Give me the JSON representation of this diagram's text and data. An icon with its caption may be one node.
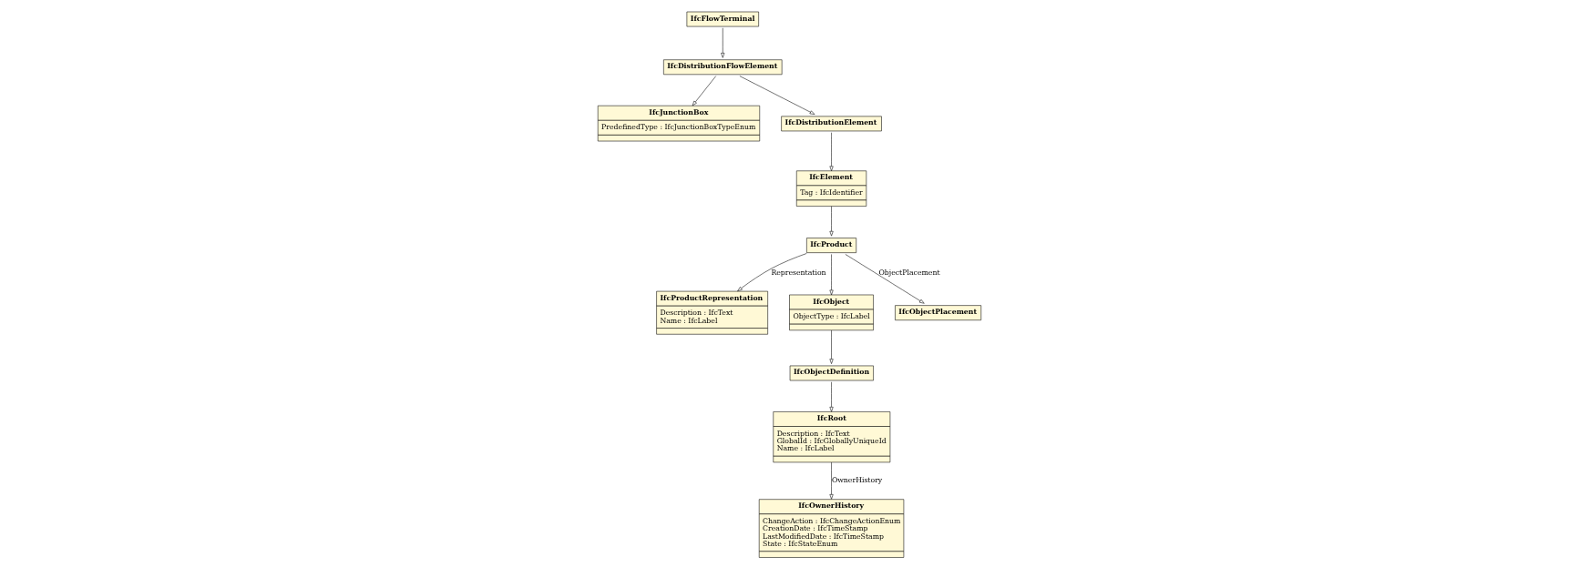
{
  "diagram": {
    "nodes": [
      {
        "text": [
          "IfcFlowTerminal"
        ]
      },
      {
        "text": [
          "IfcDistributionFlowElement"
        ]
      },
      {
        "text": [
          "IfcJunctionBox",
          "PredefinedType : IfcJunctionBoxTypeEnum"
        ]
      },
      {
        "text": [
          "IfcDistributionElement"
        ]
      },
      {
        "text": [
          "IfcOwnerHistory",
          "ChangeAction : IfcChangeActionEnum",
          "CreationDate : IfcTimeStamp",
          "LastModifiedDate : IfcTimeStamp",
          "State : IfcStateEnum"
        ]
      },
      {
        "text": [
          "IfcElement",
          "Tag : IfcIdentifier"
        ]
      },
      {
        "text": [
          "IfcProductRepresentation",
          "Description : IfcText",
          "Name : IfcLabel"
        ]
      },
      {
        "text": [
          "IfcObject",
          "ObjectType : IfcLabel"
        ]
      },
      {
        "text": [
          "IfcRoot",
          "Description : IfcText",
          "GlobalId : IfcGloballyUniqueId",
          "Name : IfcLabel"
        ]
      },
      {
        "text": [
          "IfcProduct"
        ]
      },
      {
        "text": [
          "IfcObjectPlacement"
        ]
      },
      {
        "text": [
          "IfcObjectDefinition"
        ]
      }
    ],
    "edges": [
      {
        "from": 0,
        "to": 1,
        "arrow": "to"
      },
      {
        "from": 1,
        "to": 3,
        "arrow": "to"
      },
      {
        "from": 1,
        "to": 2,
        "arrow": "to"
      },
      {
        "from": 3,
        "to": 5,
        "arrow": "to"
      },
      {
        "from": 5,
        "to": 9,
        "arrow": "to"
      },
      {
        "from": 9,
        "to": 6,
        "arrow": "to",
        "label": "Representation"
      },
      {
        "from": 9,
        "to": 7,
        "arrow": "to"
      },
      {
        "from": 9,
        "to": 10,
        "arrow": "to",
        "label": "ObjectPlacement"
      },
      {
        "from": 7,
        "to": 11,
        "arrow": "to"
      },
      {
        "from": 11,
        "to": 8,
        "arrow": "to"
      },
      {
        "from": 8,
        "to": 4,
        "arrow": "to",
        "label": "OwnerHistory"
      }
    ]
  }
}
